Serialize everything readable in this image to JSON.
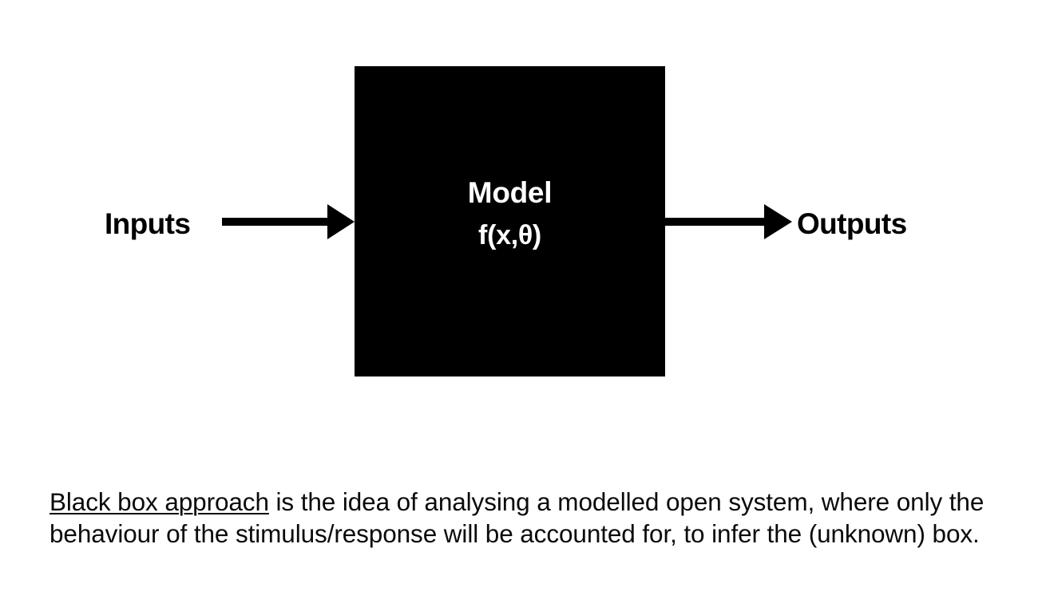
{
  "slide": {
    "diagram": {
      "input_label": "Inputs",
      "output_label": "Outputs",
      "box": {
        "title": "Model",
        "formula": "f(x,θ)",
        "fill_color": "#000000",
        "text_color": "#ffffff"
      },
      "arrows": [
        {
          "name": "input-arrow",
          "direction": "right",
          "from": "Inputs",
          "to": "Model"
        },
        {
          "name": "output-arrow",
          "direction": "right",
          "from": "Model",
          "to": "Outputs"
        }
      ]
    },
    "caption": {
      "term": "Black box approach",
      "rest": " is the idea of analysing a modelled open system, where only the behaviour of the stimulus/response will be accounted for, to infer the (unknown) box."
    }
  }
}
